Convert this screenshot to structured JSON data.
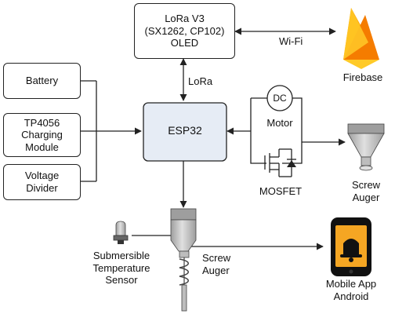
{
  "lora_module": {
    "line1": "LoRa V3",
    "line2": "(SX1262, CP102)",
    "line3": "OLED"
  },
  "battery": {
    "label": "Battery"
  },
  "charging_module": {
    "line1": "TP4056",
    "line2": "Charging",
    "line3": "Module"
  },
  "voltage_divider": {
    "line1": "Voltage",
    "line2": "Divider"
  },
  "esp32": {
    "label": "ESP32"
  },
  "links": {
    "lora": "LoRa",
    "wifi": "Wi-Fi"
  },
  "firebase": {
    "label": "Firebase"
  },
  "motor": {
    "symbol": "DC",
    "label": "Motor"
  },
  "mosfet": {
    "label": "MOSFET"
  },
  "screw_auger_right": {
    "line1": "Screw",
    "line2": "Auger"
  },
  "screw_auger_center": {
    "line1": "Screw",
    "line2": "Auger"
  },
  "temperature_sensor": {
    "line1": "Submersible",
    "line2": "Temperature",
    "line3": "Sensor"
  },
  "mobile_app": {
    "line1": "Mobile App",
    "line2": "Android"
  },
  "colors": {
    "esp32_fill": "#e6ecf5",
    "firebase_orange": "#f57c00",
    "firebase_amber": "#ffa000",
    "firebase_yellow": "#ffca28",
    "hopper_grey": "#bdbdbd"
  }
}
